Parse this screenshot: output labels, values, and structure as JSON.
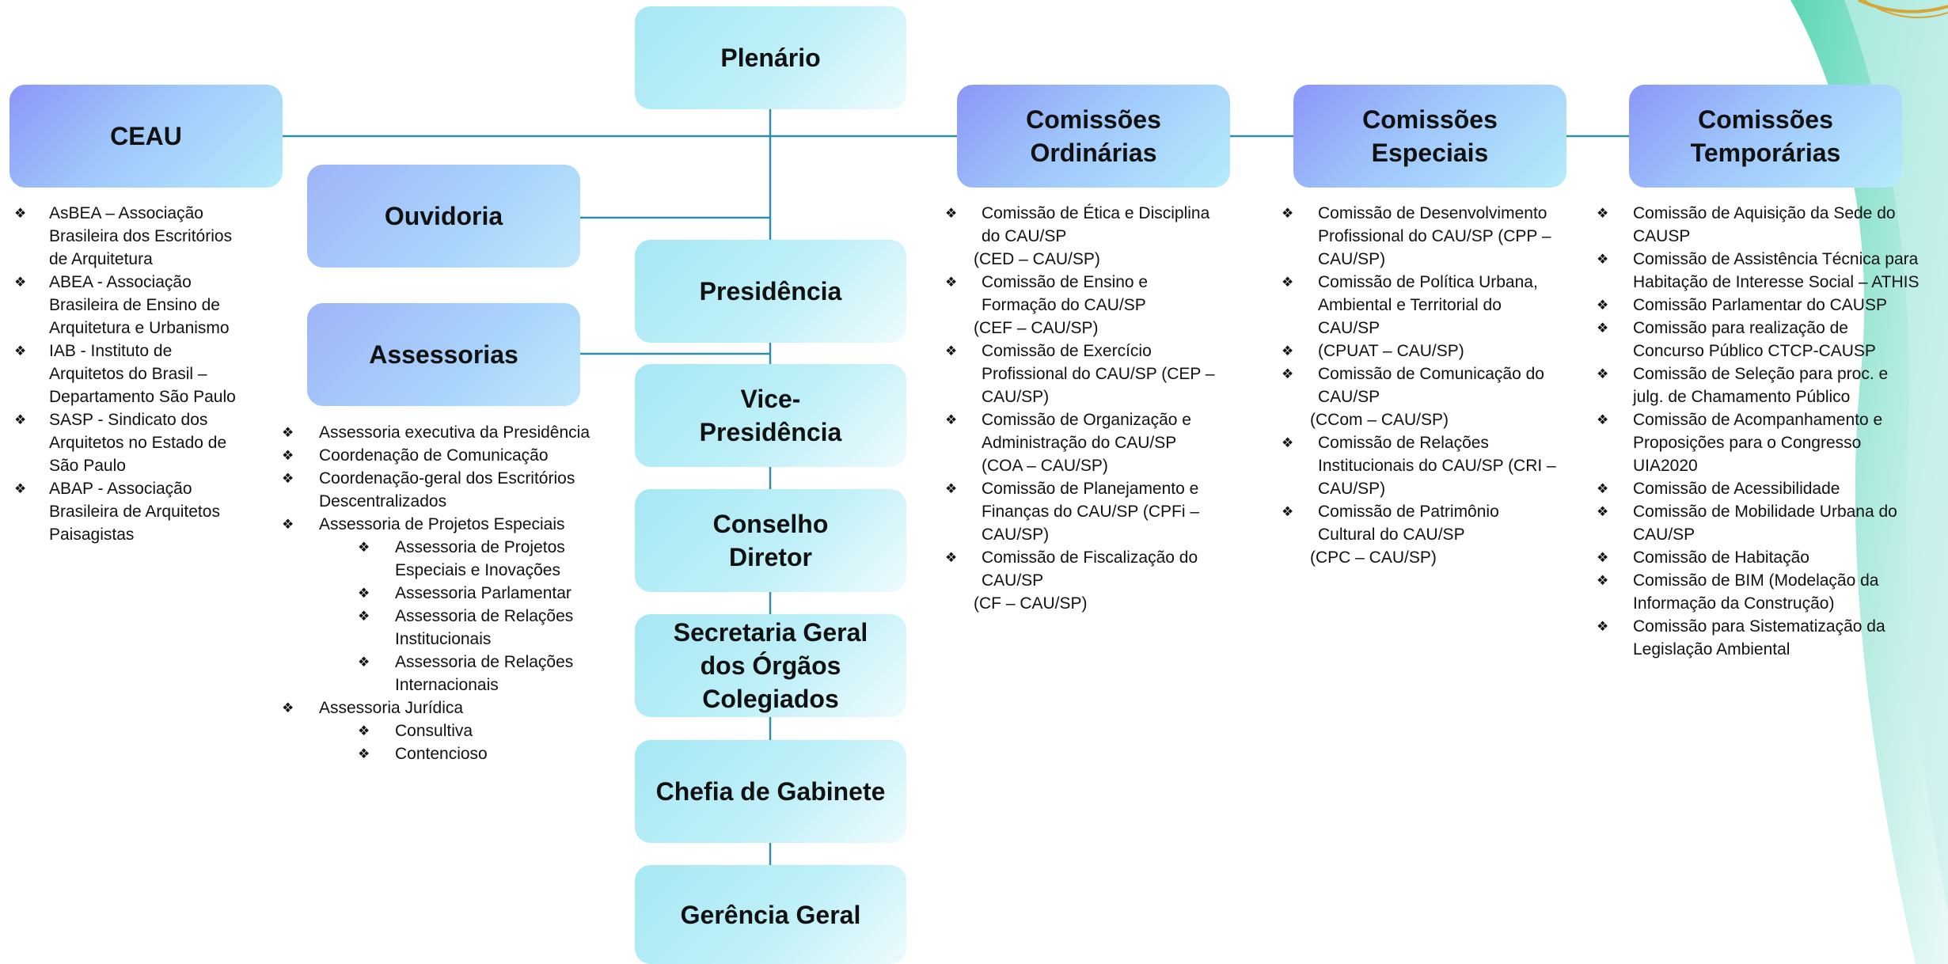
{
  "boxes": {
    "plenario": "Plenário",
    "ceau": "CEAU",
    "ouvidoria": "Ouvidoria",
    "assessorias": "Assessorias",
    "presidencia": "Presidência",
    "vice": [
      "Vice-",
      "Presidência"
    ],
    "conselho": [
      "Conselho",
      "Diretor"
    ],
    "secretaria": [
      "Secretaria Geral",
      "dos Órgãos",
      "Colegiados"
    ],
    "chefia": "Chefia de Gabinete",
    "gerencia": "Gerência Geral",
    "ordinarias": [
      "Comissões",
      "Ordinárias"
    ],
    "especiais": [
      "Comissões",
      "Especiais"
    ],
    "temporarias": [
      "Comissões",
      "Temporárias"
    ]
  },
  "ceau_list": [
    [
      "AsBEA – Associação",
      "Brasileira dos Escritórios",
      "de Arquitetura"
    ],
    [
      "ABEA - Associação",
      "Brasileira de Ensino de",
      "Arquitetura e Urbanismo"
    ],
    [
      "IAB - Instituto de",
      "Arquitetos do Brasil –",
      "Departamento São Paulo"
    ],
    [
      "SASP - Sindicato dos",
      "Arquitetos no Estado de",
      "São Paulo"
    ],
    [
      "ABAP - Associação",
      "Brasileira de Arquitetos",
      "Paisagistas"
    ]
  ],
  "assessorias_list": [
    "Assessoria executiva da Presidência",
    "Coordenação de Comunicação",
    [
      "Coordenação-geral dos Escritórios",
      "Descentralizados"
    ],
    "Assessoria de Projetos Especiais",
    [
      "Assessoria de Projetos",
      "Especiais e Inovações"
    ],
    "Assessoria Parlamentar",
    [
      "Assessoria de Relações",
      "Institucionais"
    ],
    [
      "Assessoria de Relações",
      "Internacionais"
    ],
    "Assessoria Jurídica",
    "Consultiva",
    "Contencioso"
  ],
  "ordinarias_list": [
    [
      "Comissão de Ética e Disciplina",
      "do CAU/SP"
    ],
    "(CED – CAU/SP)",
    [
      "Comissão de Ensino e",
      "Formação do CAU/SP"
    ],
    "(CEF – CAU/SP)",
    [
      "Comissão de Exercício",
      "Profissional do CAU/SP (CEP –",
      "CAU/SP)"
    ],
    [
      "Comissão de Organização e",
      "Administração do CAU/SP",
      "(COA – CAU/SP)"
    ],
    [
      "Comissão de Planejamento e",
      "Finanças do CAU/SP (CPFi –",
      "CAU/SP)"
    ],
    [
      "Comissão de Fiscalização do",
      "CAU/SP"
    ],
    "(CF – CAU/SP)"
  ],
  "especiais_list": [
    [
      "Comissão de Desenvolvimento",
      "Profissional do CAU/SP (CPP –",
      "CAU/SP)"
    ],
    [
      "Comissão de Política Urbana,",
      "Ambiental e Territorial do",
      "CAU/SP"
    ],
    "(CPUAT – CAU/SP)",
    [
      "Comissão de Comunicação do",
      "CAU/SP"
    ],
    "(CCom – CAU/SP)",
    [
      "Comissão de Relações",
      "Institucionais do CAU/SP (CRI –",
      "CAU/SP)"
    ],
    [
      "Comissão de Patrimônio",
      "Cultural do CAU/SP"
    ],
    "(CPC – CAU/SP)"
  ],
  "temporarias_list": [
    [
      "Comissão de Aquisição da Sede do",
      "CAUSP"
    ],
    [
      "Comissão  de Assistência Técnica para",
      "Habitação de Interesse Social – ATHIS"
    ],
    "Comissão Parlamentar do CAUSP",
    [
      "Comissão para realização de",
      "Concurso Público CTCP-CAUSP"
    ],
    [
      "Comissão de Seleção para proc. e",
      "julg. de Chamamento Público"
    ],
    [
      "Comissão de Acompanhamento e",
      "Proposições para o Congresso",
      "UIA2020"
    ],
    "Comissão de Acessibilidade",
    [
      "Comissão de Mobilidade Urbana do",
      "CAU/SP"
    ],
    "Comissão de Habitação",
    [
      "Comissão de BIM (Modelação da",
      "Informação da Construção)"
    ],
    [
      "Comissão para Sistematização da",
      "Legislação Ambiental"
    ]
  ],
  "colors": {
    "connector": "#2e8fa8",
    "center_box": "#bff0f8",
    "side_box": "#8c96f7",
    "deco_green": "#3fd0a8",
    "deco_gold": "#d8a535"
  }
}
